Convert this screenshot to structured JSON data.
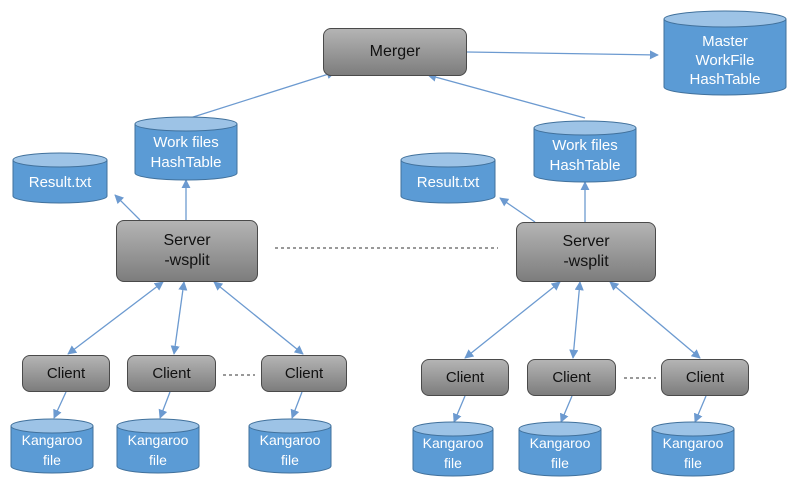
{
  "colors": {
    "cylinder_fill": "#5b9bd5",
    "cylinder_top": "#9dc3e6",
    "cylinder_stroke": "#41719c",
    "arrow": "#6c9ad0",
    "process_box": "#9a9a9a",
    "dashed_connector": "#333333"
  },
  "merger": {
    "label": "Merger"
  },
  "master_store": {
    "line1": "Master",
    "line2": "WorkFile",
    "line3": "HashTable"
  },
  "left_cluster": {
    "workfiles": {
      "line1": "Work files",
      "line2": "HashTable"
    },
    "result": {
      "label": "Result.txt"
    },
    "server": {
      "line1": "Server",
      "line2": "-wsplit"
    },
    "clients": [
      {
        "label": "Client",
        "file_line1": "Kangaroo",
        "file_line2": "file"
      },
      {
        "label": "Client",
        "file_line1": "Kangaroo",
        "file_line2": "file"
      },
      {
        "label": "Client",
        "file_line1": "Kangaroo",
        "file_line2": "file"
      }
    ]
  },
  "right_cluster": {
    "workfiles": {
      "line1": "Work files",
      "line2": "HashTable"
    },
    "result": {
      "label": "Result.txt"
    },
    "server": {
      "line1": "Server",
      "line2": "-wsplit"
    },
    "clients": [
      {
        "label": "Client",
        "file_line1": "Kangaroo",
        "file_line2": "file"
      },
      {
        "label": "Client",
        "file_line1": "Kangaroo",
        "file_line2": "file"
      },
      {
        "label": "Client",
        "file_line1": "Kangaroo",
        "file_line2": "file"
      }
    ]
  }
}
